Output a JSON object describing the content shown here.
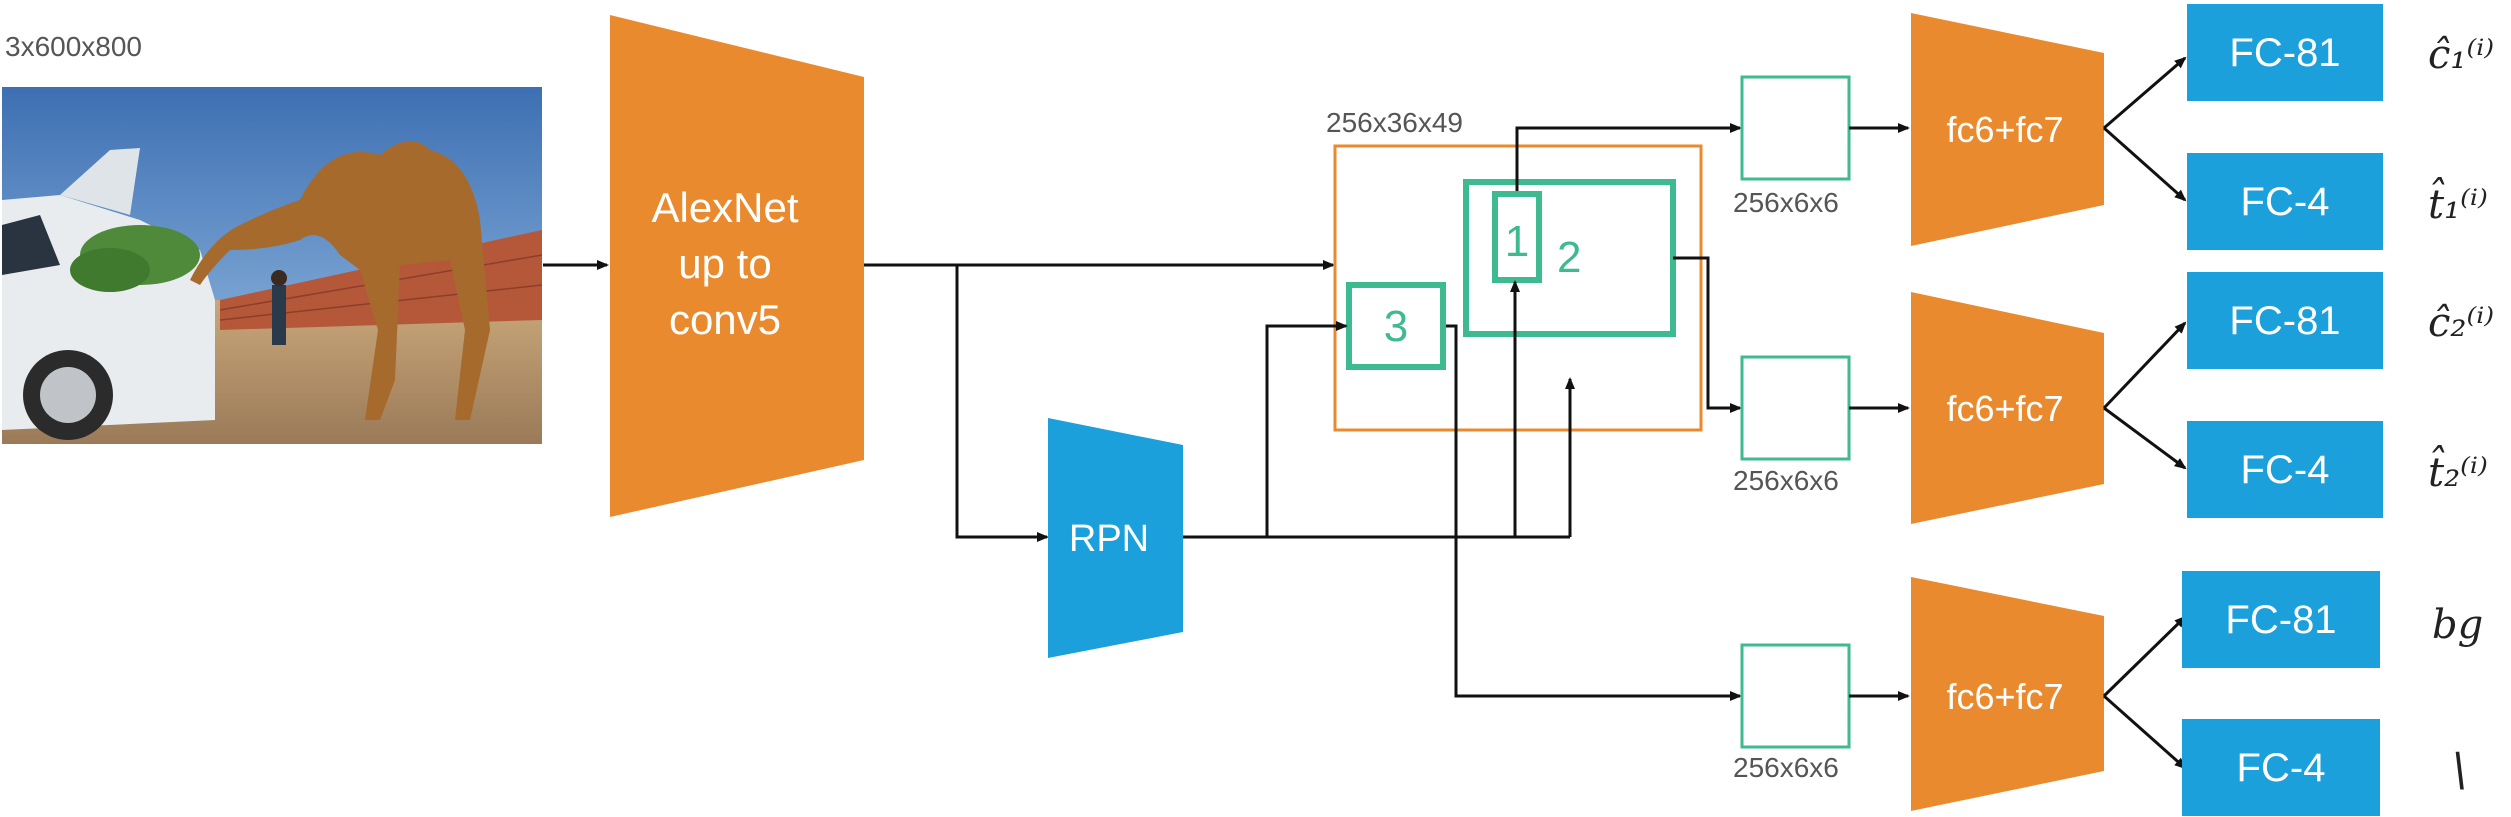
{
  "colors": {
    "orange": "#ea8a2e",
    "blue": "#1ca0dc",
    "green": "#3dba8f",
    "arrow": "#111111",
    "text": "#555555"
  },
  "input": {
    "size_label": "3x600x800",
    "photo_description_icon": "photo-camel-car-icon"
  },
  "backbone": {
    "line1": "AlexNet",
    "line2": "up to",
    "line3": "conv5"
  },
  "feature_map": {
    "size_label": "256x36x49"
  },
  "rpn": {
    "label": "RPN"
  },
  "proposals": {
    "p1": "1",
    "p2": "2",
    "p3": "3"
  },
  "branches": [
    {
      "pool_label": "256x6x6",
      "fc_label": "fc6+fc7",
      "head_top": "FC-81",
      "head_bottom": "FC-4",
      "out_top": "ĉ₁⁽ⁱ⁾",
      "out_bottom": "t̂₁⁽ⁱ⁾"
    },
    {
      "pool_label": "256x6x6",
      "fc_label": "fc6+fc7",
      "head_top": "FC-81",
      "head_bottom": "FC-4",
      "out_top": "ĉ₂⁽ⁱ⁾",
      "out_bottom": "t̂₂⁽ⁱ⁾"
    },
    {
      "pool_label": "256x6x6",
      "fc_label": "fc6+fc7",
      "head_top": "FC-81",
      "head_bottom": "FC-4",
      "out_top": "bg",
      "out_bottom": "\\"
    }
  ]
}
